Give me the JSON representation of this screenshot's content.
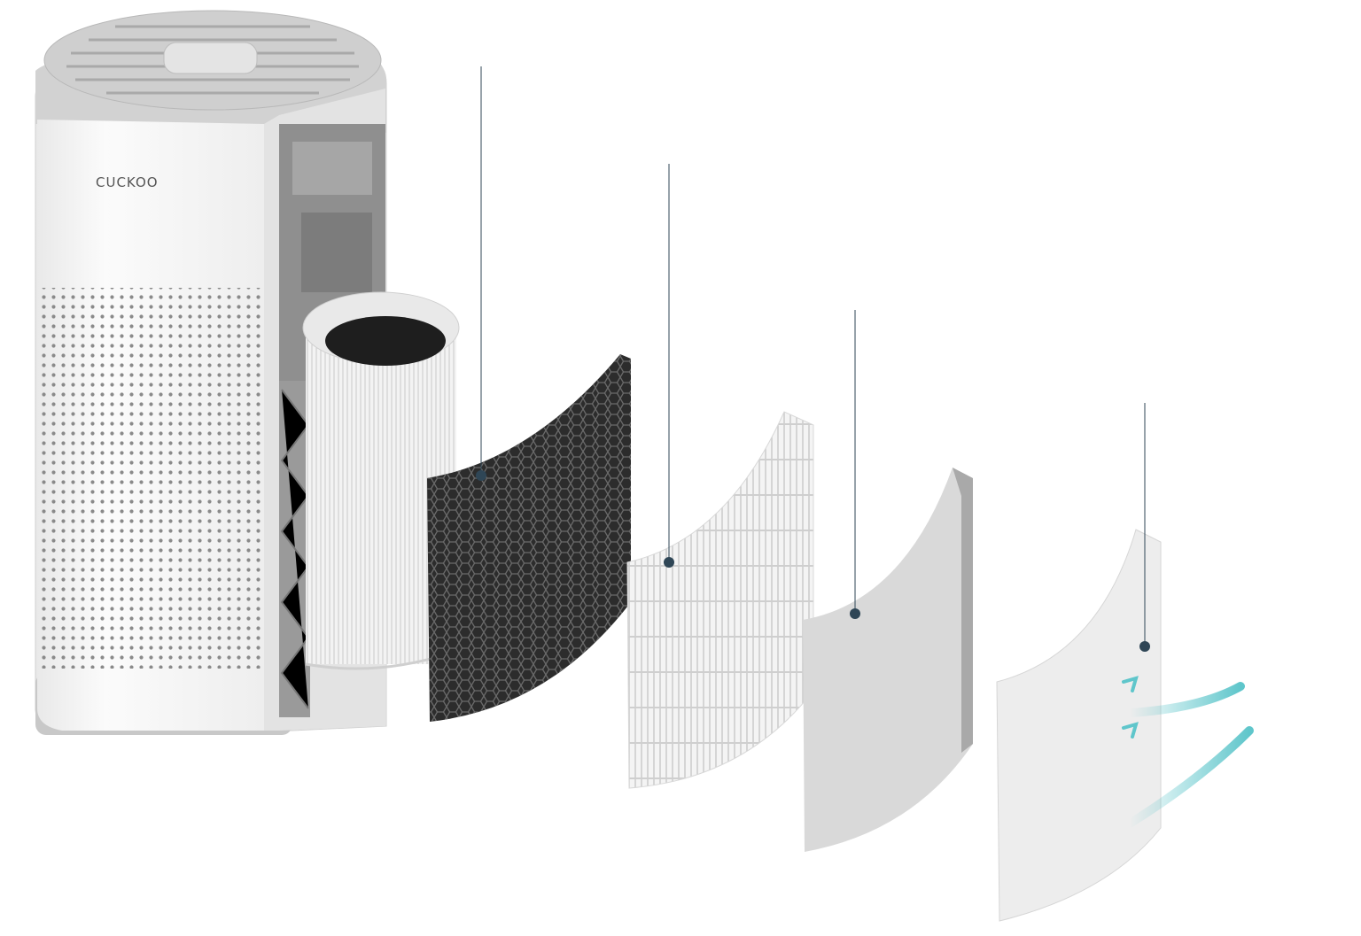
{
  "product": {
    "brand_logo": "CUCKOO",
    "body_color": "#f7f7f7",
    "trim_color": "#c9c9c9",
    "internal_color": "#8c8c8c"
  },
  "filter_layers": [
    {
      "id": "carbon",
      "color": "#2e2e2e"
    },
    {
      "id": "pleated",
      "color": "#f2f2f2"
    },
    {
      "id": "grey-sheet",
      "color": "#d6d6d6"
    },
    {
      "id": "pre-filter",
      "color": "#ececec"
    }
  ],
  "callouts": {
    "line_color": "#2f4656",
    "dot_color": "#2f4656",
    "count": 4
  },
  "airflow": {
    "color": "#7fd3d6",
    "icon": "airflow-arrow-icon"
  }
}
